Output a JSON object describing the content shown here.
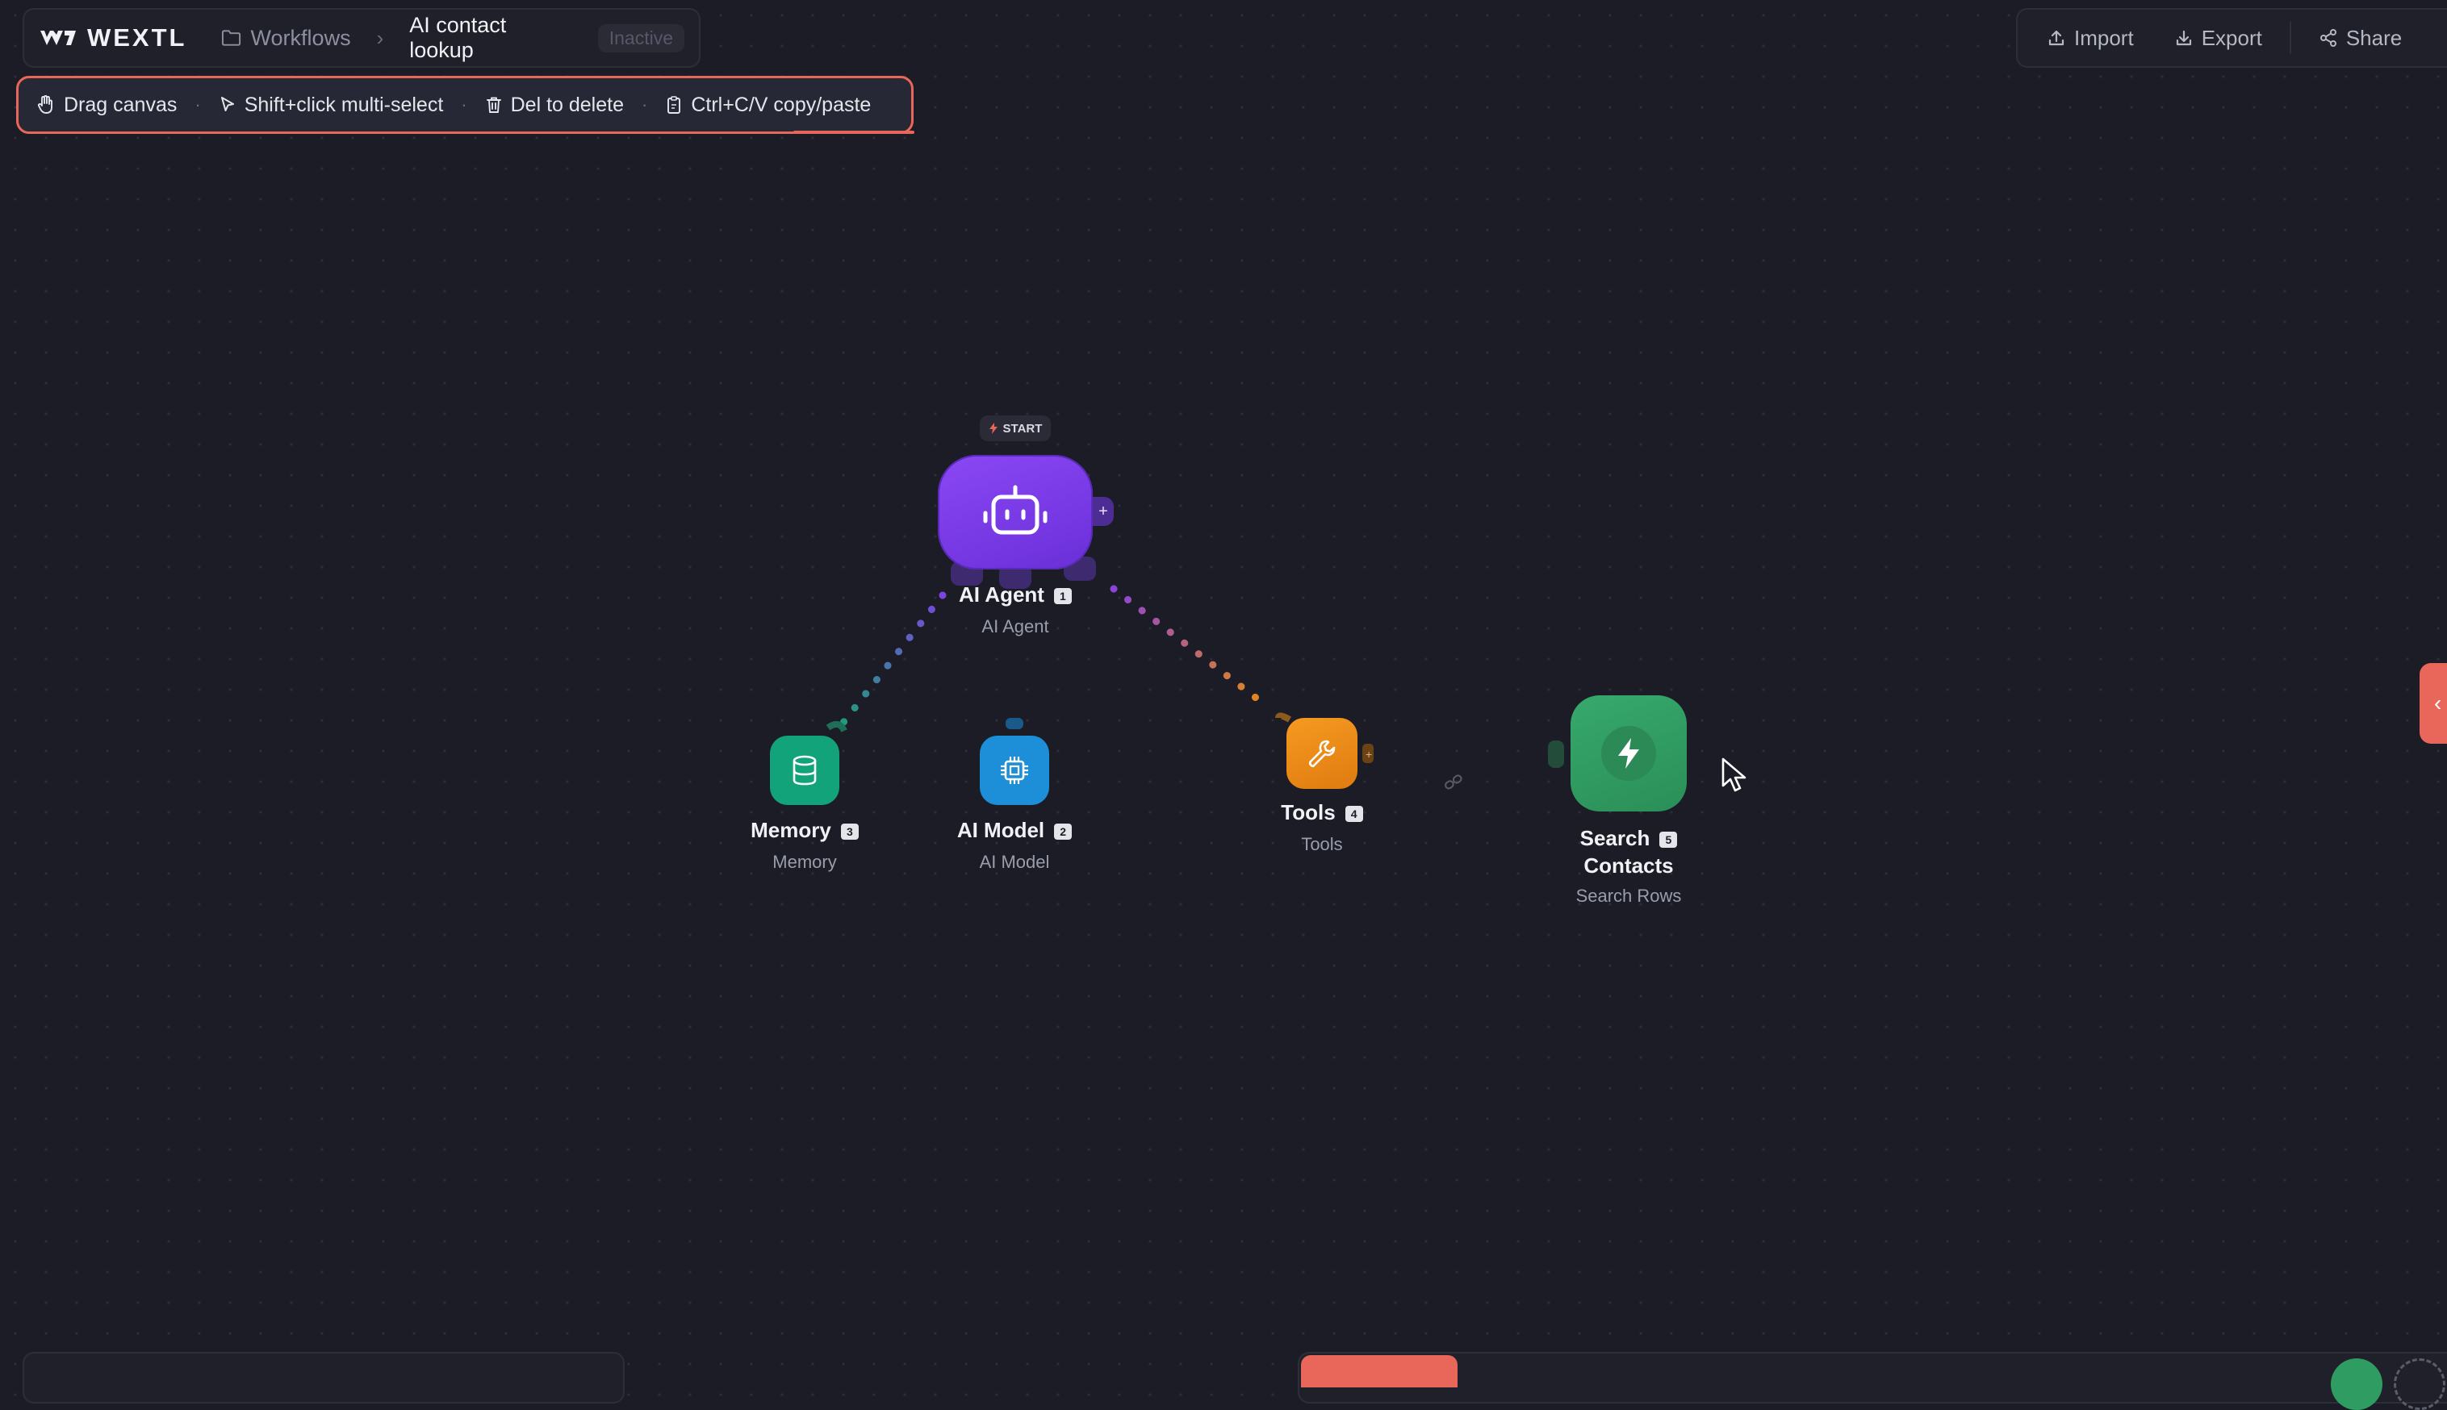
{
  "app": {
    "logo_text": "WEXTL",
    "breadcrumb_parent": "Workflows",
    "workflow_name": "AI contact lookup",
    "status": "Inactive"
  },
  "toolbar": {
    "import_label": "Import",
    "export_label": "Export",
    "share_label": "Share"
  },
  "hints": [
    {
      "label": "Drag canvas",
      "icon": "hand-icon"
    },
    {
      "label": "Shift+click multi-select",
      "icon": "pointer-icon"
    },
    {
      "label": "Del to delete",
      "icon": "trash-icon"
    },
    {
      "label": "Ctrl+C/V copy/paste",
      "icon": "clipboard-icon"
    }
  ],
  "start_label": "START",
  "nodes": {
    "agent": {
      "title": "AI Agent",
      "badge": "1",
      "subtitle": "AI Agent",
      "color": "#7d3ef0",
      "icon": "robot-icon"
    },
    "memory": {
      "title": "Memory",
      "badge": "3",
      "subtitle": "Memory",
      "color": "#13a37b",
      "icon": "database-icon"
    },
    "model": {
      "title": "AI Model",
      "badge": "2",
      "subtitle": "AI Model",
      "color": "#1d8fd8",
      "icon": "chip-icon"
    },
    "tools": {
      "title": "Tools",
      "badge": "4",
      "subtitle": "Tools",
      "color": "#f08a17",
      "icon": "wrench-icon"
    },
    "search": {
      "title_line1": "Search",
      "title_line2": "Contacts",
      "badge": "5",
      "subtitle": "Search Rows",
      "color": "#2f9d62",
      "icon": "lightning-icon"
    }
  }
}
